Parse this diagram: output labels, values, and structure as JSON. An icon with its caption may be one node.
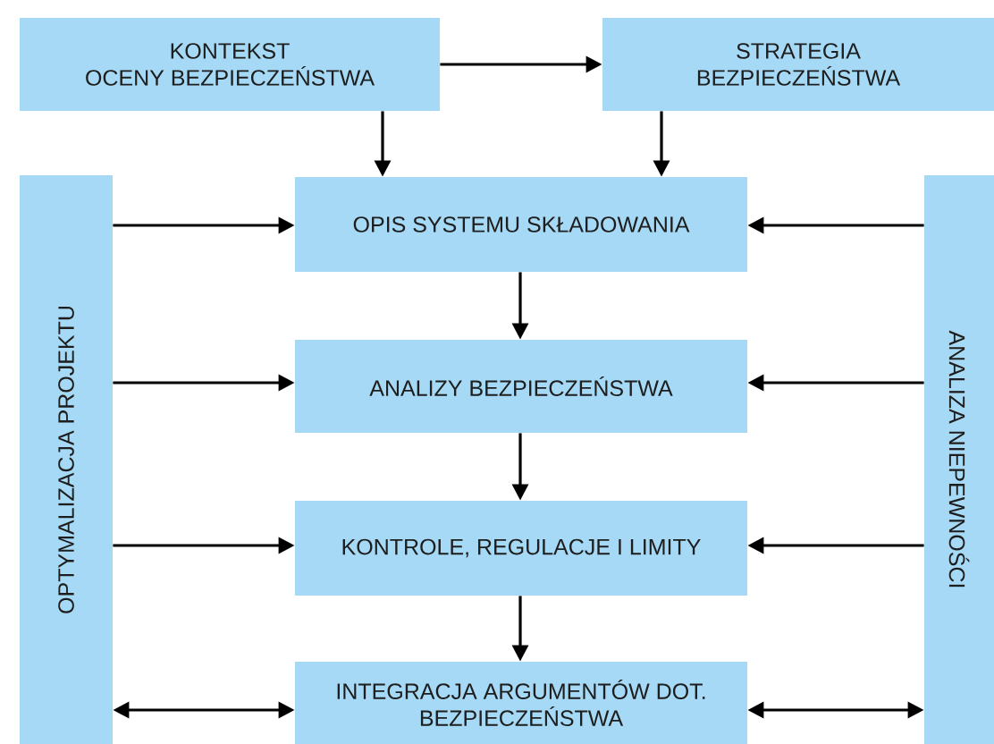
{
  "diagram": {
    "nodes": [
      {
        "text": [
          "KONTEKST OCENY BEZPIECZEŃSTWA"
        ]
      },
      {
        "text": [
          "STRATEGIA BEZPIECZEŃSTWA"
        ]
      },
      {
        "text": [
          "OPTYMALIZACJA PROJEKTU"
        ]
      },
      {
        "text": [
          "OPIS SYSTEMU SKŁADOWANIA"
        ]
      },
      {
        "text": [
          "ANALIZA NIEPEWNOŚCI"
        ]
      },
      {
        "text": [
          "ANALIZY BEZPIECZEŃSTWA"
        ]
      },
      {
        "text": [
          "KONTROLE, REGULACJE I LIMITY"
        ]
      },
      {
        "text": [
          "INTEGRACJA ARGUMENTÓW DOT. BEZPIECZEŃSTWA"
        ]
      }
    ],
    "edges": [
      {
        "from": 0,
        "to": 1,
        "arrow": "to"
      },
      {
        "from": 0,
        "to": 3,
        "arrow": "to"
      },
      {
        "from": 1,
        "to": 3,
        "arrow": "to"
      },
      {
        "from": 2,
        "to": 3,
        "arrow": "to"
      },
      {
        "from": 4,
        "to": 3,
        "arrow": "to"
      },
      {
        "from": 3,
        "to": 5,
        "arrow": "to"
      },
      {
        "from": 2,
        "to": 5,
        "arrow": "to"
      },
      {
        "from": 4,
        "to": 5,
        "arrow": "to"
      },
      {
        "from": 5,
        "to": 6,
        "arrow": "to"
      },
      {
        "from": 2,
        "to": 6,
        "arrow": "to"
      },
      {
        "from": 4,
        "to": 6,
        "arrow": "to"
      },
      {
        "from": 6,
        "to": 7,
        "arrow": "to"
      },
      {
        "from": 2,
        "to": 7,
        "arrow": "both"
      },
      {
        "from": 4,
        "to": 7,
        "arrow": "both"
      }
    ]
  }
}
